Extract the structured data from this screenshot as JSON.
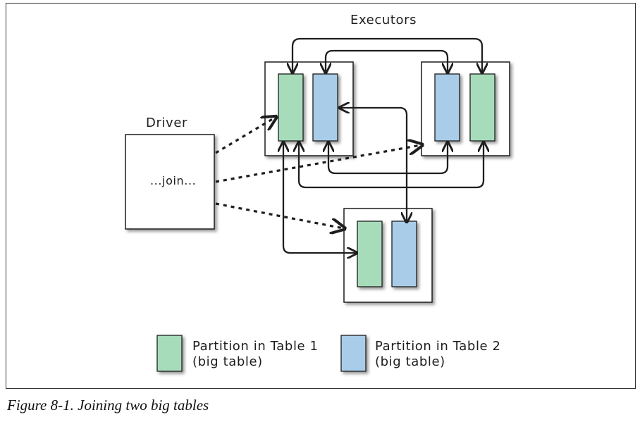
{
  "diagram": {
    "executors_label": "Executors",
    "driver_label": "Driver",
    "driver_text": "...join...",
    "colors": {
      "table1": "#a7dcbb",
      "table2": "#a9cde8",
      "stroke": "#1e1e1e",
      "box_fill": "#ffffff",
      "shadow": "#444444"
    }
  },
  "legend": {
    "table1_line1": "Partition in Table 1",
    "table1_line2": "(big table)",
    "table2_line1": "Partition in Table 2",
    "table2_line2": "(big table)"
  },
  "caption": "Figure 8-1. Joining two big tables"
}
